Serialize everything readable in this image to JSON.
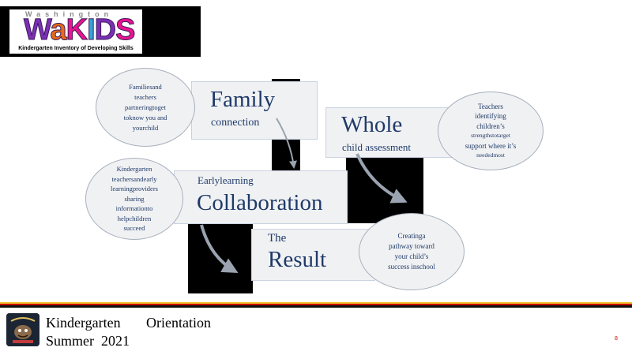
{
  "logo": {
    "top_text": "Washington",
    "main_letters": [
      "W",
      "a",
      "K",
      "I",
      "D",
      "S"
    ],
    "main_colors": [
      "#7b2fb5",
      "#e86a1a",
      "#e9148f",
      "#36a3d9",
      "#7b2fb5",
      "#e9148f"
    ],
    "subtitle": "Kindergarten Inventory of Developing Skills"
  },
  "steps": {
    "family": {
      "title": "Family",
      "subtitle": "connection",
      "bubble": [
        "Familiesand",
        "teachers",
        "partneringtoget",
        "toknow    you  and",
        "yourchild"
      ]
    },
    "whole": {
      "title": "Whole",
      "subtitle": "child  assessment",
      "bubble": [
        "Teachers",
        "identifying",
        "children’s",
        "strengthstotarget",
        "support where it’s",
        "neededmost"
      ]
    },
    "collab": {
      "title": "Collaboration",
      "subtitle": "Earlylearning",
      "bubble": [
        "Kindergarten",
        "teachersandearly",
        "learningproviders",
        "sharing",
        "informationto",
        "helpchildren",
        "succeed"
      ]
    },
    "result": {
      "title": "Result",
      "subtitle": "The",
      "bubble": [
        "Creatinga",
        "pathway     toward",
        "your child’s",
        "success    inschool"
      ]
    }
  },
  "footer": {
    "line1_a": "Kindergarten",
    "line1_b": "Orientation",
    "line2_a": "Summer",
    "line2_b": "2021",
    "page_number": "8",
    "icon": "school-mascot-icon",
    "stripe_colors": [
      "#f1c232",
      "#cc0000",
      "#111111"
    ]
  },
  "colors": {
    "text_blue": "#1f3a68",
    "panel_bg": "#f0f1f3"
  }
}
